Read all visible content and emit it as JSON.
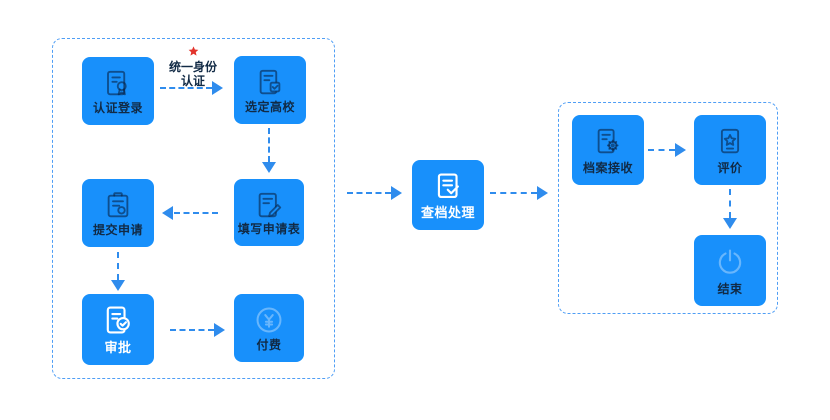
{
  "colors": {
    "box_blue": "#1890fb",
    "line_blue": "#2f8ced",
    "border_blue": "#4f9ef5",
    "dark_text": "#112a45",
    "white_text": "#ffffff",
    "red_marker": "#e2342c",
    "background": "#ffffff"
  },
  "flow": {
    "annotation": {
      "line1": "统一身份",
      "line2": "认证",
      "marker": "red-star"
    },
    "nodes": {
      "auth_login": {
        "label": "认证登录",
        "icon": "certificate-seal-icon",
        "style": "dark"
      },
      "select_university": {
        "label": "选定高校",
        "icon": "document-checkbox-icon",
        "style": "dark"
      },
      "submit_application": {
        "label": "提交申请",
        "icon": "clipboard-seal-icon",
        "style": "dark"
      },
      "fill_application_form": {
        "label": "填写申请表",
        "icon": "form-edit-icon",
        "style": "dark"
      },
      "approval": {
        "label": "审批",
        "icon": "document-check-circle-icon",
        "style": "white"
      },
      "payment": {
        "label": "付费",
        "icon": "coin-yuan-icon",
        "style": "light"
      },
      "archive_processing": {
        "label": "查档处理",
        "icon": "document-check-icon",
        "style": "white"
      },
      "archive_receive": {
        "label": "档案接收",
        "icon": "document-gear-icon",
        "style": "dark"
      },
      "evaluation": {
        "label": "评价",
        "icon": "document-star-icon",
        "style": "dark"
      },
      "end": {
        "label": "结束",
        "icon": "power-icon",
        "style": "light"
      }
    }
  }
}
